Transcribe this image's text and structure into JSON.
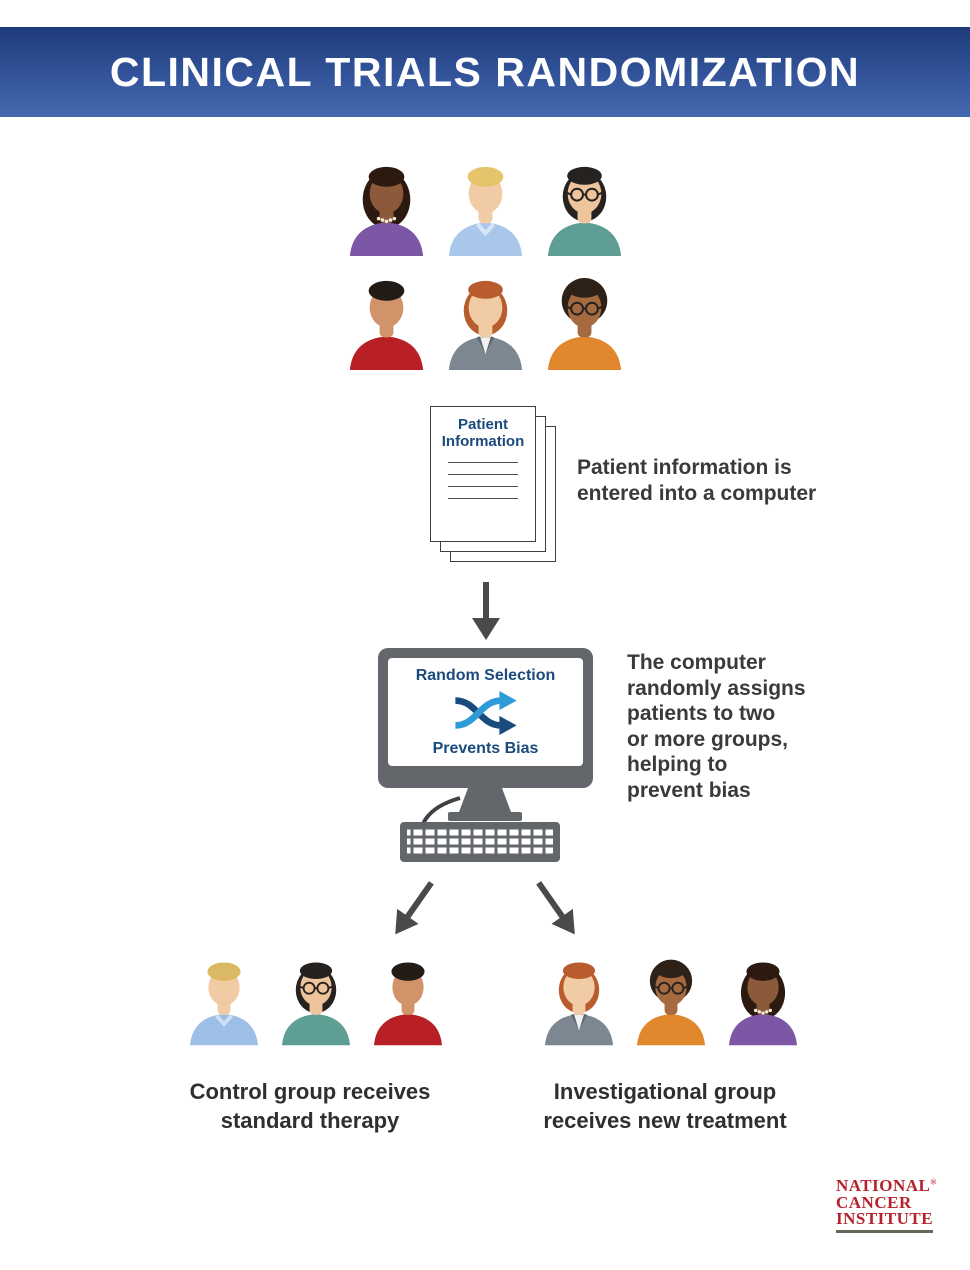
{
  "header": {
    "title": "CLINICAL TRIALS RANDOMIZATION"
  },
  "documents": {
    "title": "Patient Information"
  },
  "screen": {
    "line_top": "Random Selection",
    "line_bottom": "Prevents Bias"
  },
  "captions": {
    "doc": "Patient information is\nentered into a computer",
    "computer": "The computer\nrandomly assigns\npatients to two\nor more groups,\nhelping to\nprevent bias",
    "control": "Control group receives\nstandard therapy",
    "investigational": "Investigational group\nreceives new treatment"
  },
  "logo": {
    "lines": [
      "NATIONAL",
      "CANCER",
      "INSTITUTE"
    ],
    "registered": "®"
  },
  "colors": {
    "header_top": "#1e3b7a",
    "header_bottom": "#4569ae",
    "navy_text": "#1b4a7d",
    "body_text": "#3a3a3a",
    "monitor_gray": "#63676c",
    "arrow_gray": "#4a4a4a",
    "shuffle_dark": "#1b4a7d",
    "shuffle_light": "#2e9bd8",
    "logo_red": "#b5222b"
  },
  "avatars": {
    "pool": [
      {
        "name": "woman-purple",
        "skin": "#8c5a3a",
        "hair": "#2c1a10",
        "style": "long",
        "shirt": "#7b57a6",
        "necklace": true
      },
      {
        "name": "man-blond",
        "skin": "#f1cba4",
        "hair": "#e6c46b",
        "style": "short",
        "shirt": "#a9c7ea",
        "collar": true,
        "collarColor": "#d7e6f6"
      },
      {
        "name": "woman-teal-glasses",
        "skin": "#eec49c",
        "hair": "#262220",
        "style": "bob",
        "shirt": "#5f9e94",
        "glasses": true
      },
      {
        "name": "man-red",
        "skin": "#d1946a",
        "hair": "#221b16",
        "style": "short",
        "shirt": "#b82025"
      },
      {
        "name": "woman-gray-suit",
        "skin": "#f1cba4",
        "hair": "#b85c2e",
        "style": "bob",
        "shirt": "#7d8791",
        "blouse": true
      },
      {
        "name": "person-orange-glasses",
        "skin": "#a66a40",
        "hair": "#2d2118",
        "style": "afro",
        "shirt": "#e1882f",
        "glasses": true
      }
    ],
    "control": [
      {
        "name": "man-blond",
        "skin": "#f1cba4",
        "hair": "#dbb964",
        "style": "short",
        "shirt": "#9dbfe6",
        "collar": true,
        "collarColor": "#cfe0f2"
      },
      {
        "name": "woman-teal-glasses",
        "skin": "#eec49c",
        "hair": "#262220",
        "style": "bob",
        "shirt": "#5f9e94",
        "glasses": true
      },
      {
        "name": "man-red",
        "skin": "#d1946a",
        "hair": "#221b16",
        "style": "short",
        "shirt": "#b82025"
      }
    ],
    "investigational": [
      {
        "name": "woman-gray-suit",
        "skin": "#f1cba4",
        "hair": "#b85c2e",
        "style": "bob",
        "shirt": "#7d8791",
        "blouse": true
      },
      {
        "name": "person-orange-glasses",
        "skin": "#a66a40",
        "hair": "#2d2118",
        "style": "afro",
        "shirt": "#e1882f",
        "glasses": true
      },
      {
        "name": "woman-purple",
        "skin": "#8c5a3a",
        "hair": "#2c1a10",
        "style": "long",
        "shirt": "#7b57a6",
        "necklace": true
      }
    ]
  }
}
